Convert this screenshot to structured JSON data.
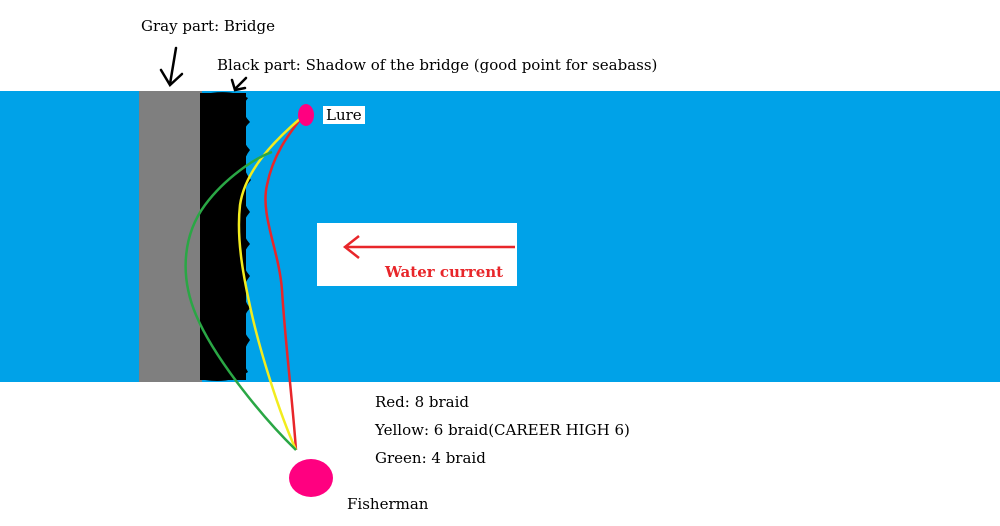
{
  "labels": {
    "bridge": "Gray part: Bridge",
    "shadow": "Black part: Shadow of the bridge (good point for seabass)",
    "lure": "Lure",
    "water_current": "Water current",
    "fisherman": "Fisherman"
  },
  "legend": [
    {
      "text": "Red: 8 braid",
      "color": "#e8262a"
    },
    {
      "text": "Yellow: 6 braid(CAREER HIGH 6)",
      "color": "#f2ec1e"
    },
    {
      "text": "Green: 4 braid",
      "color": "#2aa745"
    }
  ],
  "colors": {
    "water": "#00a2e8",
    "bridge": "#7f7f7f",
    "shadow": "#000000",
    "lure": "#ff0080",
    "fisherman": "#ff0080",
    "current_arrow": "#e8262a",
    "line_red": "#e8262a",
    "line_yellow": "#f2ec1e",
    "line_green": "#2aa745"
  }
}
